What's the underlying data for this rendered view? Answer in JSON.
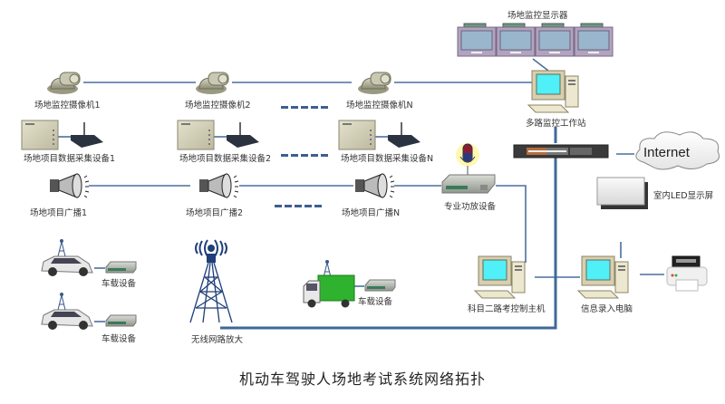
{
  "title": "机动车驾驶人场地考试系统网络拓扑",
  "colors": {
    "link_line": "#4a6f9e",
    "backbone_line": "#3f6898",
    "dash_line": "#3d5f91",
    "monitor_screen": "#4ff0f7",
    "display_wall_frame": "#b3a3c0",
    "truck_cargo": "#2fb32f"
  },
  "monitoring": {
    "display_wall": {
      "label": "场地监控显示器",
      "screens": 4
    },
    "workstation": {
      "label": "多路监控工作站"
    }
  },
  "cameras": [
    {
      "label": "场地监控摄像机1"
    },
    {
      "label": "场地监控摄像机2"
    },
    {
      "label": "场地监控摄像机N"
    }
  ],
  "data_collectors": [
    {
      "label": "场地项目数据采集设备1"
    },
    {
      "label": "场地项目数据采集设备2"
    },
    {
      "label": "场地项目数据采集设备N"
    }
  ],
  "broadcasts": [
    {
      "label": "场地项目广播1"
    },
    {
      "label": "场地项目广播2"
    },
    {
      "label": "场地项目广播N"
    }
  ],
  "amplifier": {
    "label": "专业功放设备"
  },
  "switch": {
    "label": ""
  },
  "internet": {
    "label": "Internet"
  },
  "led_screen": {
    "label": "室内LED显示屏"
  },
  "vehicles": [
    {
      "type": "car",
      "device_label": "车载设备"
    },
    {
      "type": "car",
      "device_label": "车载设备"
    },
    {
      "type": "truck",
      "device_label": "车载设备"
    }
  ],
  "wireless_tower": {
    "label": "无线网路放大"
  },
  "control_host": {
    "label": "科目二路考控制主机"
  },
  "info_pc": {
    "label": "信息录入电脑"
  },
  "printer": {
    "label": ""
  }
}
